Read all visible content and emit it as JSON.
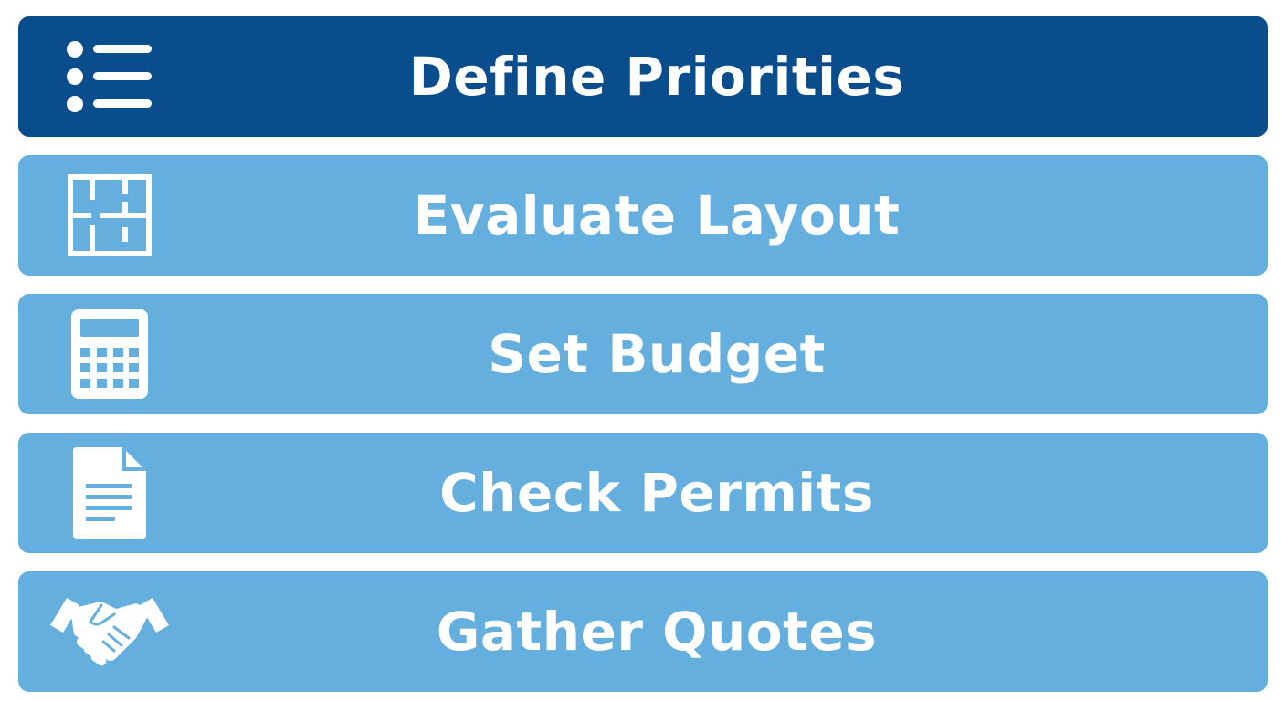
{
  "colors": {
    "active_step": "#0a4d8d",
    "inactive_step": "#64afde",
    "text": "#ffffff"
  },
  "steps": [
    {
      "label": "Define Priorities",
      "icon": "list-icon",
      "active": true
    },
    {
      "label": "Evaluate Layout",
      "icon": "floor-plan-icon",
      "active": false
    },
    {
      "label": "Set Budget",
      "icon": "calculator-icon",
      "active": false
    },
    {
      "label": "Check Permits",
      "icon": "document-icon",
      "active": false
    },
    {
      "label": "Gather Quotes",
      "icon": "handshake-icon",
      "active": false
    }
  ]
}
